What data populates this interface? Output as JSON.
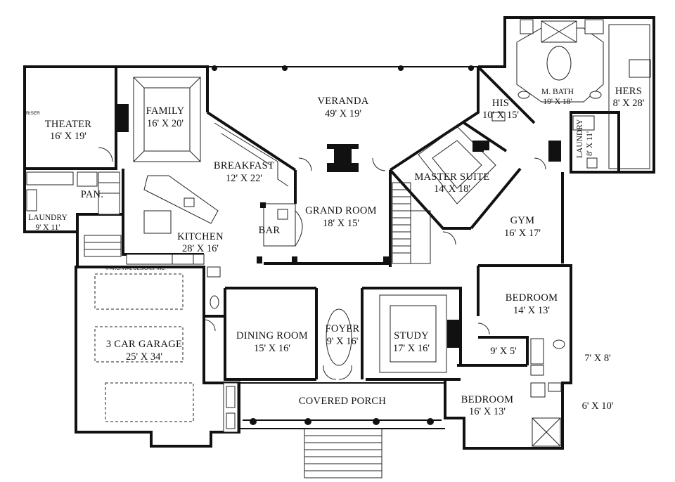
{
  "plan": {
    "copyright": "© ARCHIVAL DESIGNS, INC.",
    "riser": "RISER",
    "rooms": {
      "veranda": {
        "name": "VERANDA",
        "dim": "49' X 19'"
      },
      "family": {
        "name": "FAMILY",
        "dim": "16' X 20'"
      },
      "theater": {
        "name": "THEATER",
        "dim": "16' X 19'"
      },
      "breakfast": {
        "name": "BREAKFAST",
        "dim": "12' X 22'"
      },
      "grand": {
        "name": "GRAND ROOM",
        "dim": "18' X 15'"
      },
      "bar": {
        "name": "BAR"
      },
      "kitchen": {
        "name": "KITCHEN",
        "dim": "28' X 16'"
      },
      "pan": {
        "name": "PAN."
      },
      "laundry1": {
        "name": "LAUNDRY",
        "dim": "9' X 11'"
      },
      "his": {
        "name": "HIS",
        "dim": "10' X 15'"
      },
      "mbath": {
        "name": "M. BATH",
        "dim": "19' X 18'"
      },
      "hers": {
        "name": "HERS",
        "dim": "8' X 28'"
      },
      "laundry2": {
        "name": "LAUNDRY",
        "dim": "8' X 11'"
      },
      "master": {
        "name": "MASTER SUITE",
        "dim": "14' X 18'"
      },
      "gym": {
        "name": "GYM",
        "dim": "16' X 17'"
      },
      "bedroom1": {
        "name": "BEDROOM",
        "dim": "14' X 13'"
      },
      "bedroom2": {
        "name": "BEDROOM",
        "dim": "16' X 13'"
      },
      "garage": {
        "name": "3 CAR GARAGE",
        "dim": "25' X 34'"
      },
      "dining": {
        "name": "DINING ROOM",
        "dim": "15' X 16'"
      },
      "foyer": {
        "name": "FOYER",
        "dim": "9' X 16'"
      },
      "study": {
        "name": "STUDY",
        "dim": "17' X 16'"
      },
      "porch": {
        "name": "COVERED PORCH"
      },
      "bath1": {
        "dim": "9' X 5'"
      },
      "bath2": {
        "dim": "7' X 8'"
      },
      "bath3": {
        "dim": "6' X 10'"
      }
    }
  }
}
